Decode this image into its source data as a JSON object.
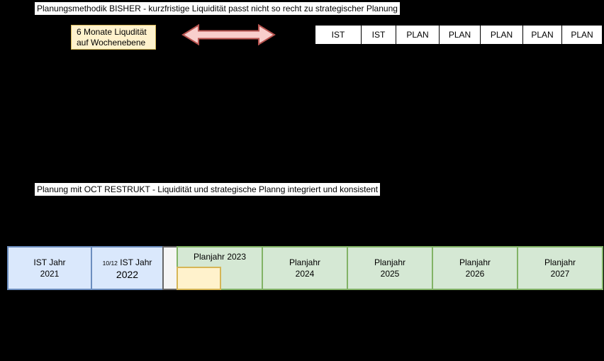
{
  "diagram": {
    "top": {
      "title": "Planungsmethodik BISHER - kurzfristige Liquidität passt nicht so recht zu strategischer Planung",
      "note_line1": "6 Monate Liqudität",
      "note_line2": "auf Wochenebene",
      "cells": [
        "IST",
        "IST",
        "PLAN",
        "PLAN",
        "PLAN",
        "PLAN",
        "PLAN"
      ]
    },
    "bottom": {
      "title": "Planung mit OCT RESTRUKT - Liquidität und strategische Planng integriert und konsistent",
      "box_2021": {
        "line1": "IST Jahr",
        "line2": "2021"
      },
      "box_2022": {
        "prefix": "10/12",
        "line1": " IST Jahr",
        "line2": "2022"
      },
      "box_2023": {
        "label": "Planjahr 2023"
      },
      "box_2024": {
        "line1": "Planjahr",
        "line2": "2024"
      },
      "box_2025": {
        "line1": "Planjahr",
        "line2": "2025"
      },
      "box_2026": {
        "line1": "Planjahr",
        "line2": "2026"
      },
      "box_2027": {
        "line1": "Planjahr",
        "line2": "2027"
      }
    },
    "colors": {
      "background": "#000000",
      "note_fill": "#FFF2CC",
      "note_border": "#D6B656",
      "arrow_fill": "#F8CECC",
      "arrow_border": "#B85450",
      "ist_fill": "#DAE8FC",
      "ist_border": "#6C8EBF",
      "plan_fill": "#D5E8D4",
      "plan_border": "#82B366",
      "gap_fill": "#F5F5F5",
      "gap_border": "#666666"
    }
  }
}
